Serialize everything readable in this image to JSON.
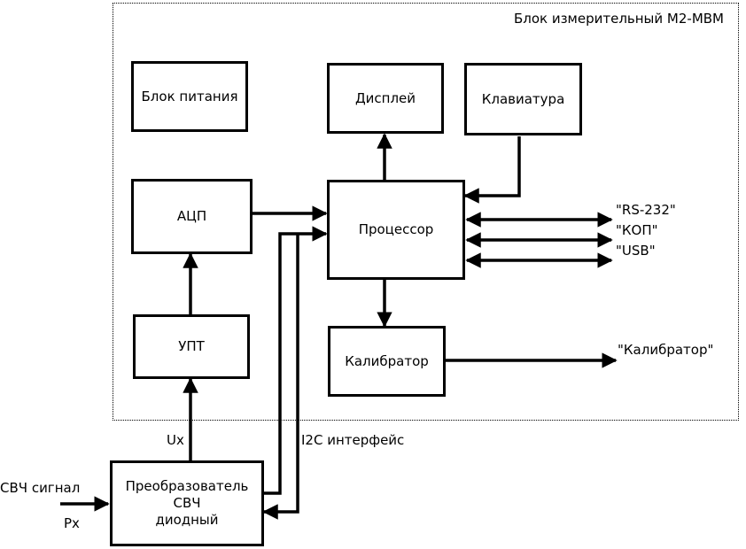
{
  "frame": {
    "title": "Блок измерительный М2-МВМ"
  },
  "blocks": {
    "power": "Блок питания",
    "display": "Дисплей",
    "keyboard": "Клавиатура",
    "adc": "АЦП",
    "processor": "Процессор",
    "upt": "УПТ",
    "calibrator": "Калибратор",
    "converter": {
      "line1": "Преобразователь",
      "line2": "СВЧ",
      "line3": "диодный"
    }
  },
  "labels": {
    "rs232": "\"RS-232\"",
    "kop": "\"КОП\"",
    "usb": "\"USB\"",
    "calibrator_out": "\"Калибратор\"",
    "ux": "Ux",
    "i2c": "I2C интерфейс",
    "svch_signal": "СВЧ сигнал",
    "px": "Px"
  }
}
